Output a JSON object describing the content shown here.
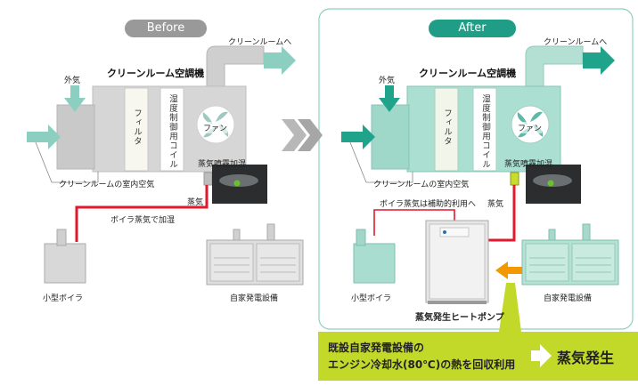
{
  "before": {
    "badge": "Before",
    "ac_title": "クリーンルーム空調機",
    "outside_air": "外気",
    "to_cleanroom": "クリーンルームへ",
    "filter": "フィルタ",
    "coil": "湿度制御用コイル",
    "fan": "ファン",
    "spray": "蒸気噴霧加湿",
    "room_air": "クリーンルームの室内空気",
    "steam": "蒸気",
    "boiler_note": "ボイラ蒸気で加湿",
    "boiler": "小型ボイラ",
    "generator": "自家発電設備"
  },
  "after": {
    "badge": "After",
    "ac_title": "クリーンルーム空調機",
    "outside_air": "外気",
    "to_cleanroom": "クリーンルームへ",
    "filter": "フィルタ",
    "coil": "湿度制御用コイル",
    "fan": "ファン",
    "spray": "蒸気噴霧加湿",
    "room_air": "クリーンルームの室内空気",
    "boiler_aux": "ボイラ蒸気は補助的利用へ",
    "steam": "蒸気",
    "boiler": "小型ボイラ",
    "generator": "自家発電設備",
    "heat_pump": "蒸気発生ヒートポンプ"
  },
  "banner": {
    "line1": "既設自家発電設備の",
    "line2": "エンジン冷却水(80℃)の熱を回収利用",
    "result": "蒸気発生"
  },
  "colors": {
    "before_badge": "#999999",
    "after_badge": "#1f9d86",
    "before_unit": "#d4d4d4",
    "after_unit": "#a8ddd0",
    "steam_pipe": "#e0192c",
    "banner": "#c3d92a",
    "heat_arrow": "#f39800"
  }
}
